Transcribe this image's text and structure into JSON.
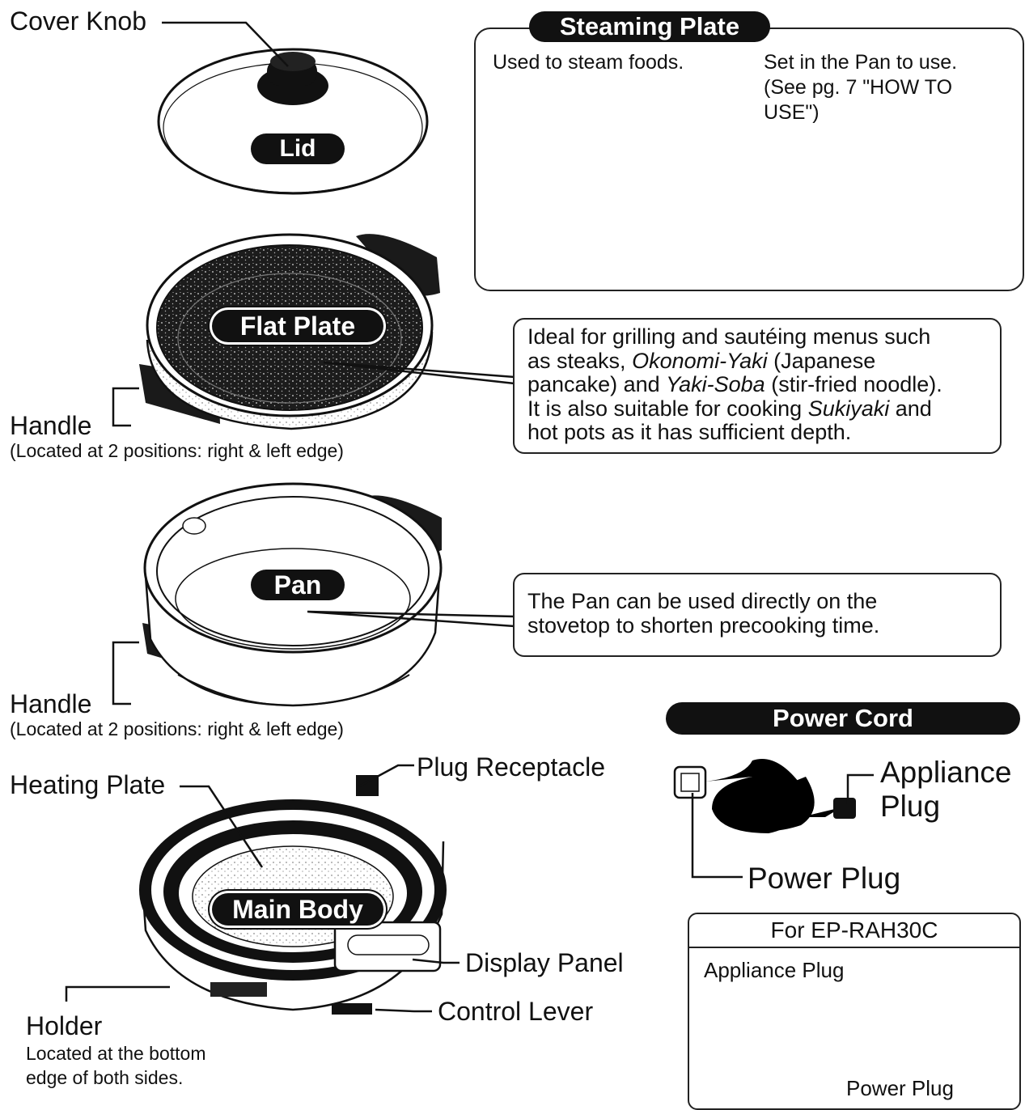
{
  "labels": {
    "cover_knob": "Cover Knob",
    "lid": "Lid",
    "flat_plate": "Flat Plate",
    "pan": "Pan",
    "main_body": "Main Body",
    "handle_1": "Handle",
    "handle_1_note": "(Located at 2 positions: right & left edge)",
    "handle_2": "Handle",
    "handle_2_note": "(Located at 2 positions: right & left edge)",
    "heating_plate": "Heating Plate",
    "plug_receptacle": "Plug Receptacle",
    "display_panel": "Display Panel",
    "control_lever": "Control Lever",
    "holder": "Holder",
    "holder_note_1": "Located at the bottom",
    "holder_note_2": "edge of both sides."
  },
  "steaming_plate": {
    "title": "Steaming Plate",
    "left_text": "Used to steam foods.",
    "right_text_1": "Set in the Pan to use.",
    "right_text_2": "(See pg. 7 \"HOW TO",
    "right_text_3": "USE\")"
  },
  "flat_plate_desc": {
    "line1": "Ideal for grilling and sautéing menus such",
    "line2_a": "as steaks, ",
    "line2_b": "Okonomi-Yaki",
    "line2_c": " (Japanese",
    "line3_a": "pancake) and ",
    "line3_b": "Yaki-Soba",
    "line3_c": " (stir-fried noodle).",
    "line4_a": "It is also suitable for cooking ",
    "line4_b": "Sukiyaki",
    "line4_c": " and",
    "line5": "hot pots as it has sufficient depth."
  },
  "pan_desc": {
    "line1": "The Pan can be used directly on the",
    "line2": "stovetop to shorten precooking time."
  },
  "power_cord": {
    "title": "Power Cord",
    "appliance_plug_1": "Appliance",
    "appliance_plug_2": "Plug",
    "power_plug": "Power Plug"
  },
  "model_box": {
    "title": "For EP-RAH30C",
    "appliance_plug": "Appliance Plug",
    "power_plug": "Power Plug"
  }
}
